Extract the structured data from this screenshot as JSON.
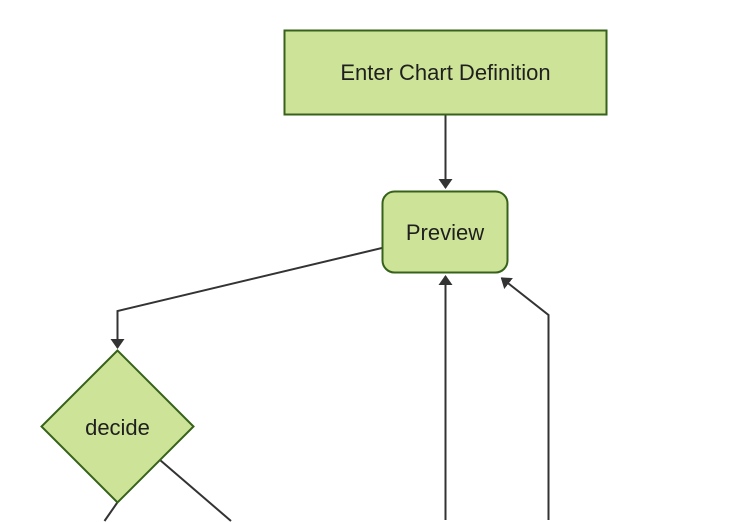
{
  "diagram": {
    "type": "flowchart",
    "direction": "top-down",
    "background": "#ffffff",
    "theme": {
      "node_fill": "#cde498",
      "node_border": "#36621a",
      "edge_color": "#333333",
      "arrowhead_color": "#333333",
      "label_color": "#1f1f1f"
    },
    "nodes": {
      "enter_chart_definition": {
        "label": "Enter Chart Definition",
        "shape": "rectangle"
      },
      "preview": {
        "label": "Preview",
        "shape": "rounded-rectangle"
      },
      "decide": {
        "label": "decide",
        "shape": "diamond"
      }
    },
    "edges": [
      {
        "from": "enter_chart_definition",
        "to": "preview",
        "arrowhead": true
      },
      {
        "from": "preview",
        "to": "decide",
        "arrowhead": true
      },
      {
        "from": "decide",
        "to": "offscreen-bottom-left",
        "arrowhead": false
      },
      {
        "from": "decide",
        "to": "offscreen-bottom-right",
        "arrowhead": false
      },
      {
        "from": "offscreen-bottom-center",
        "to": "preview",
        "arrowhead": true
      },
      {
        "from": "offscreen-bottom-right",
        "to": "preview",
        "arrowhead": true
      }
    ]
  }
}
